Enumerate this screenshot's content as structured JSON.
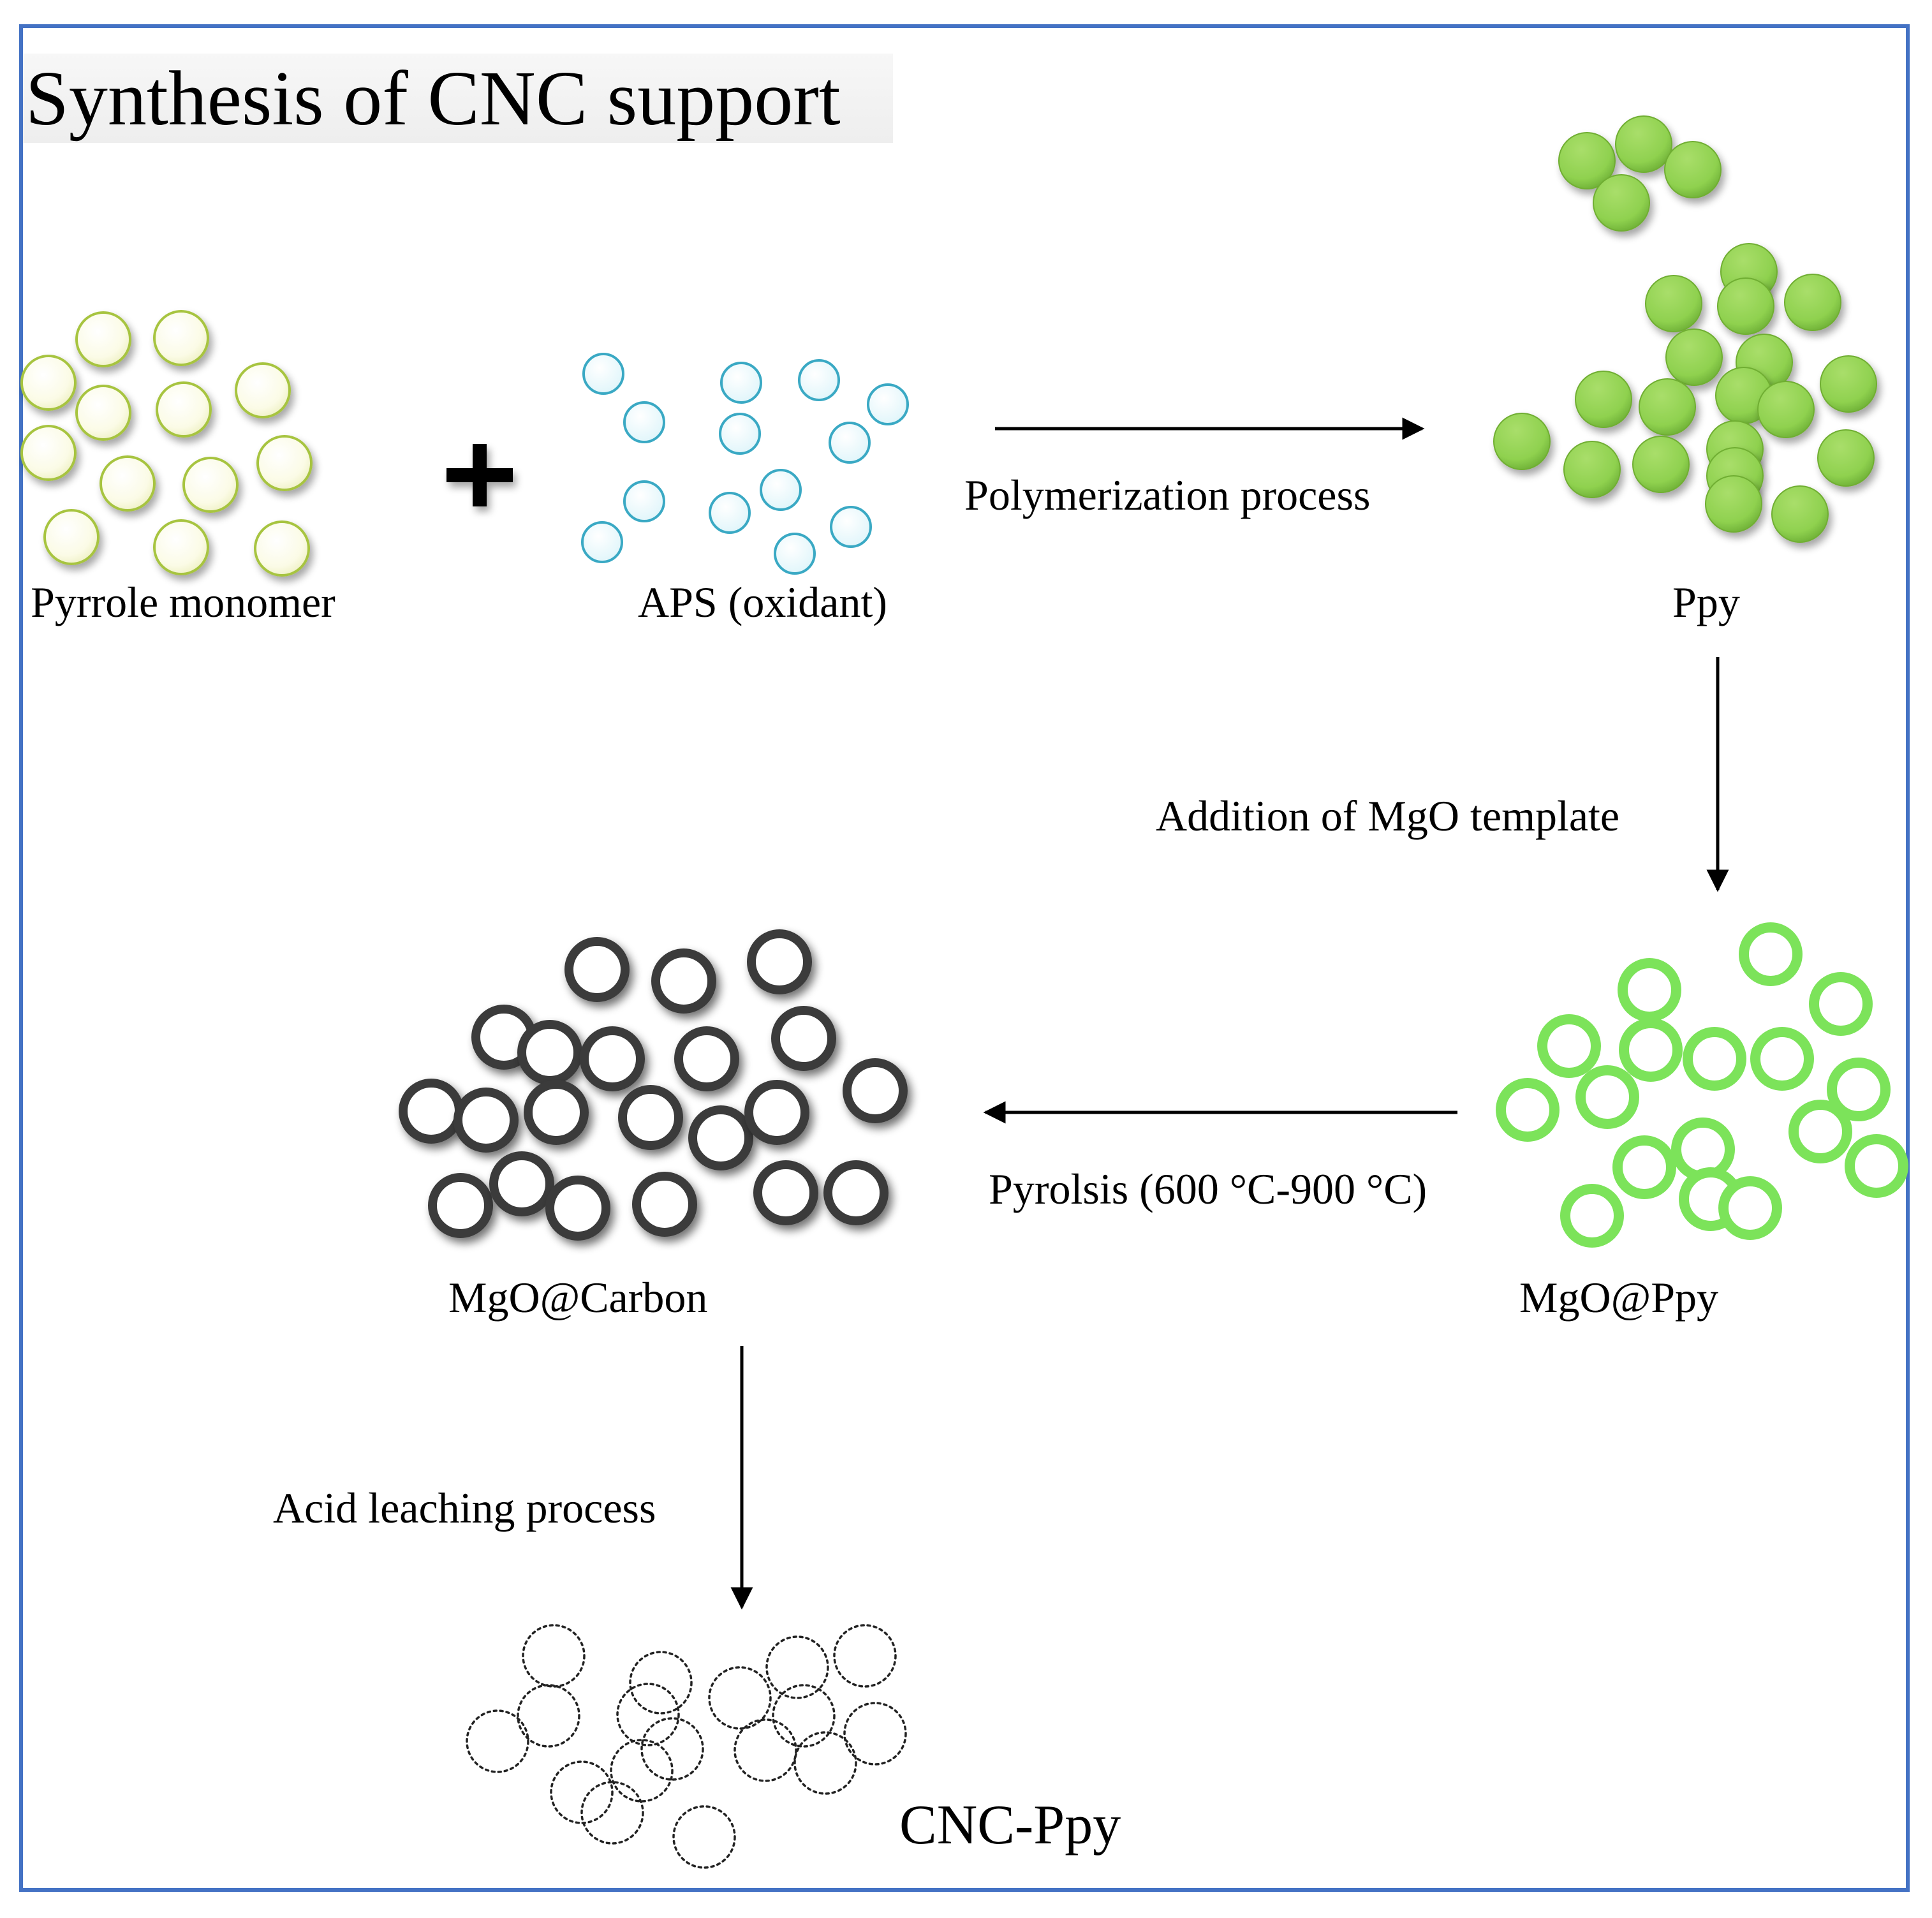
{
  "title": "Synthesis of CNC support",
  "labels": {
    "pyrrole": "Pyrrole monomer",
    "aps": "APS (oxidant)",
    "polymerization": "Polymerization process",
    "ppy": "Ppy",
    "addition": "Addition of MgO template",
    "mgo_ppy": "MgO@Ppy",
    "pyrolysis": "Pyrolsis (600 °C-900 °C)",
    "mgo_carbon": "MgO@Carbon",
    "acid": "Acid leaching process",
    "cnc_ppy": "CNC-Ppy"
  },
  "icons": {
    "plus": "plus-icon",
    "arrow": "arrow-icon"
  },
  "colors": {
    "frame": "#4472c4",
    "pyrrole_fill": "#fbfbe6",
    "pyrrole_stroke": "#a7c441",
    "aps_fill": "#f0fbfd",
    "aps_stroke": "#3aa9c4",
    "ppy_fill": "#8fd14f",
    "ppy_stroke": "#6fae33",
    "mgo_ppy_ring": "#7ce35a",
    "carbon_ring": "#3a3a3a",
    "hollow_stroke": "#222222"
  }
}
